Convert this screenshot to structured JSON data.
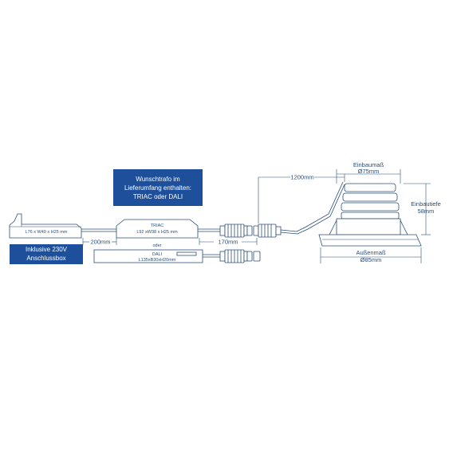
{
  "callouts": {
    "wunschtrafo": {
      "line1": "Wunschtrafo im",
      "line2": "Lieferumfang enthalten:",
      "line3": "TRIAC oder DALI"
    },
    "anschlussbox": {
      "line1": "Inklusive 230V",
      "line2": "Anschlussbox"
    }
  },
  "components": {
    "junction_box_label": "L76 x W40 x H25 mm",
    "triac_name": "TRIAC",
    "triac_dims": "L92 xW38 x H25 mm",
    "dali_name": "DALI",
    "dali_dims": "L135xB30xH20mm",
    "oder": "oder"
  },
  "dimensions": {
    "cable_200": "200mm",
    "cable_170": "170mm",
    "cable_1200": "1200mm",
    "einbaumass_title": "Einbaumaß",
    "einbaumass_value": "Ø75mm",
    "aussenmass_title": "Außenmaß",
    "aussenmass_value": "Ø85mm",
    "einbautiefe_title": "Einbautiefe",
    "einbautiefe_value": "58mm"
  },
  "colors": {
    "accent": "#1e4f9a",
    "line": "#2a4d7a"
  }
}
